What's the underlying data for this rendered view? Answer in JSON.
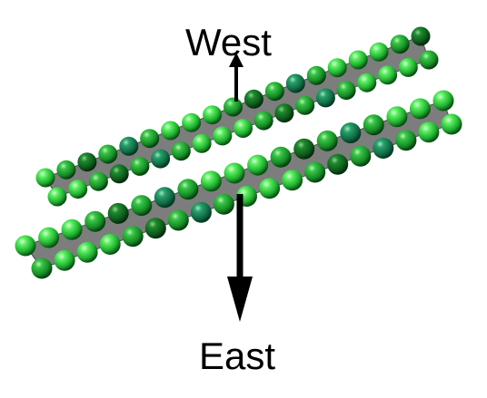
{
  "labels": {
    "west": "West",
    "east": "East"
  },
  "colors": {
    "background": "#ffffff",
    "rod": "#7d7d7d",
    "rod_edge": "#4a4a4a",
    "bead_bright": "#2fe23a",
    "bead_mid": "#1fae2e",
    "bead_teal": "#137a52",
    "bead_dark": "#0c5c22",
    "arrow": "#000000"
  },
  "diagram": {
    "filaments": 2,
    "strands_per_filament": 2,
    "beads_per_strand": 19,
    "west_arrow": "short",
    "east_arrow": "long"
  }
}
